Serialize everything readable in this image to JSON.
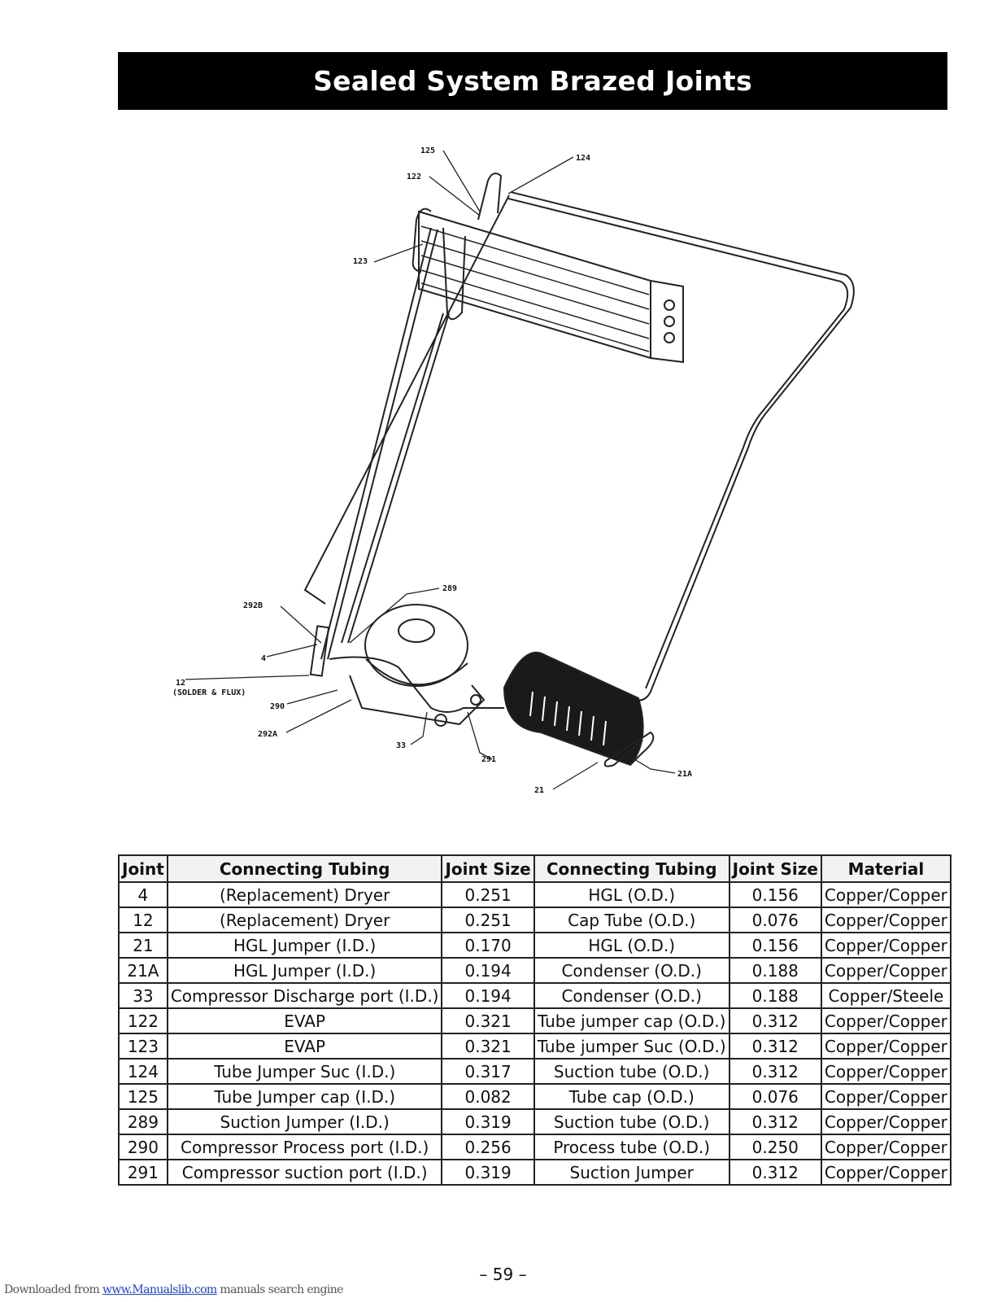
{
  "title": "Sealed System Brazed Joints",
  "diagram": {
    "callouts": [
      {
        "id": "c125",
        "label": "125"
      },
      {
        "id": "c124",
        "label": "124"
      },
      {
        "id": "c122",
        "label": "122"
      },
      {
        "id": "c123",
        "label": "123"
      },
      {
        "id": "c289",
        "label": "289"
      },
      {
        "id": "c292b",
        "label": "292B"
      },
      {
        "id": "c4",
        "label": "4"
      },
      {
        "id": "c12",
        "label": "12"
      },
      {
        "id": "c12b",
        "label": "(SOLDER & FLUX)"
      },
      {
        "id": "c290",
        "label": "290"
      },
      {
        "id": "c292a",
        "label": "292A"
      },
      {
        "id": "c33",
        "label": "33"
      },
      {
        "id": "c291",
        "label": "291"
      },
      {
        "id": "c21a",
        "label": "21A"
      },
      {
        "id": "c21",
        "label": "21"
      }
    ]
  },
  "table": {
    "headers": [
      "Joint",
      "Connecting Tubing",
      "Joint Size",
      "Connecting Tubing",
      "Joint Size",
      "Material"
    ],
    "rows": [
      [
        "4",
        "(Replacement) Dryer",
        "0.251",
        "HGL (O.D.)",
        "0.156",
        "Copper/Copper"
      ],
      [
        "12",
        "(Replacement) Dryer",
        "0.251",
        "Cap Tube (O.D.)",
        "0.076",
        "Copper/Copper"
      ],
      [
        "21",
        "HGL Jumper (I.D.)",
        "0.170",
        "HGL (O.D.)",
        "0.156",
        "Copper/Copper"
      ],
      [
        "21A",
        "HGL Jumper (I.D.)",
        "0.194",
        "Condenser (O.D.)",
        "0.188",
        "Copper/Copper"
      ],
      [
        "33",
        "Compressor Discharge port (I.D.)",
        "0.194",
        "Condenser (O.D.)",
        "0.188",
        "Copper/Steele"
      ],
      [
        "122",
        "EVAP",
        "0.321",
        "Tube jumper cap (O.D.)",
        "0.312",
        "Copper/Copper"
      ],
      [
        "123",
        "EVAP",
        "0.321",
        "Tube jumper Suc (O.D.)",
        "0.312",
        "Copper/Copper"
      ],
      [
        "124",
        "Tube Jumper Suc (I.D.)",
        "0.317",
        "Suction tube (O.D.)",
        "0.312",
        "Copper/Copper"
      ],
      [
        "125",
        "Tube Jumper cap (I.D.)",
        "0.082",
        "Tube cap (O.D.)",
        "0.076",
        "Copper/Copper"
      ],
      [
        "289",
        "Suction Jumper (I.D.)",
        "0.319",
        "Suction tube (O.D.)",
        "0.312",
        "Copper/Copper"
      ],
      [
        "290",
        "Compressor Process port (I.D.)",
        "0.256",
        "Process tube (O.D.)",
        "0.250",
        "Copper/Copper"
      ],
      [
        "291",
        "Compressor suction port (I.D.)",
        "0.319",
        "Suction Jumper",
        "0.312",
        "Copper/Copper"
      ]
    ]
  },
  "page_number": "– 59 –",
  "footer": {
    "prefix": "Downloaded from ",
    "link": "www.Manualslib.com",
    "suffix": "  manuals search engine"
  }
}
